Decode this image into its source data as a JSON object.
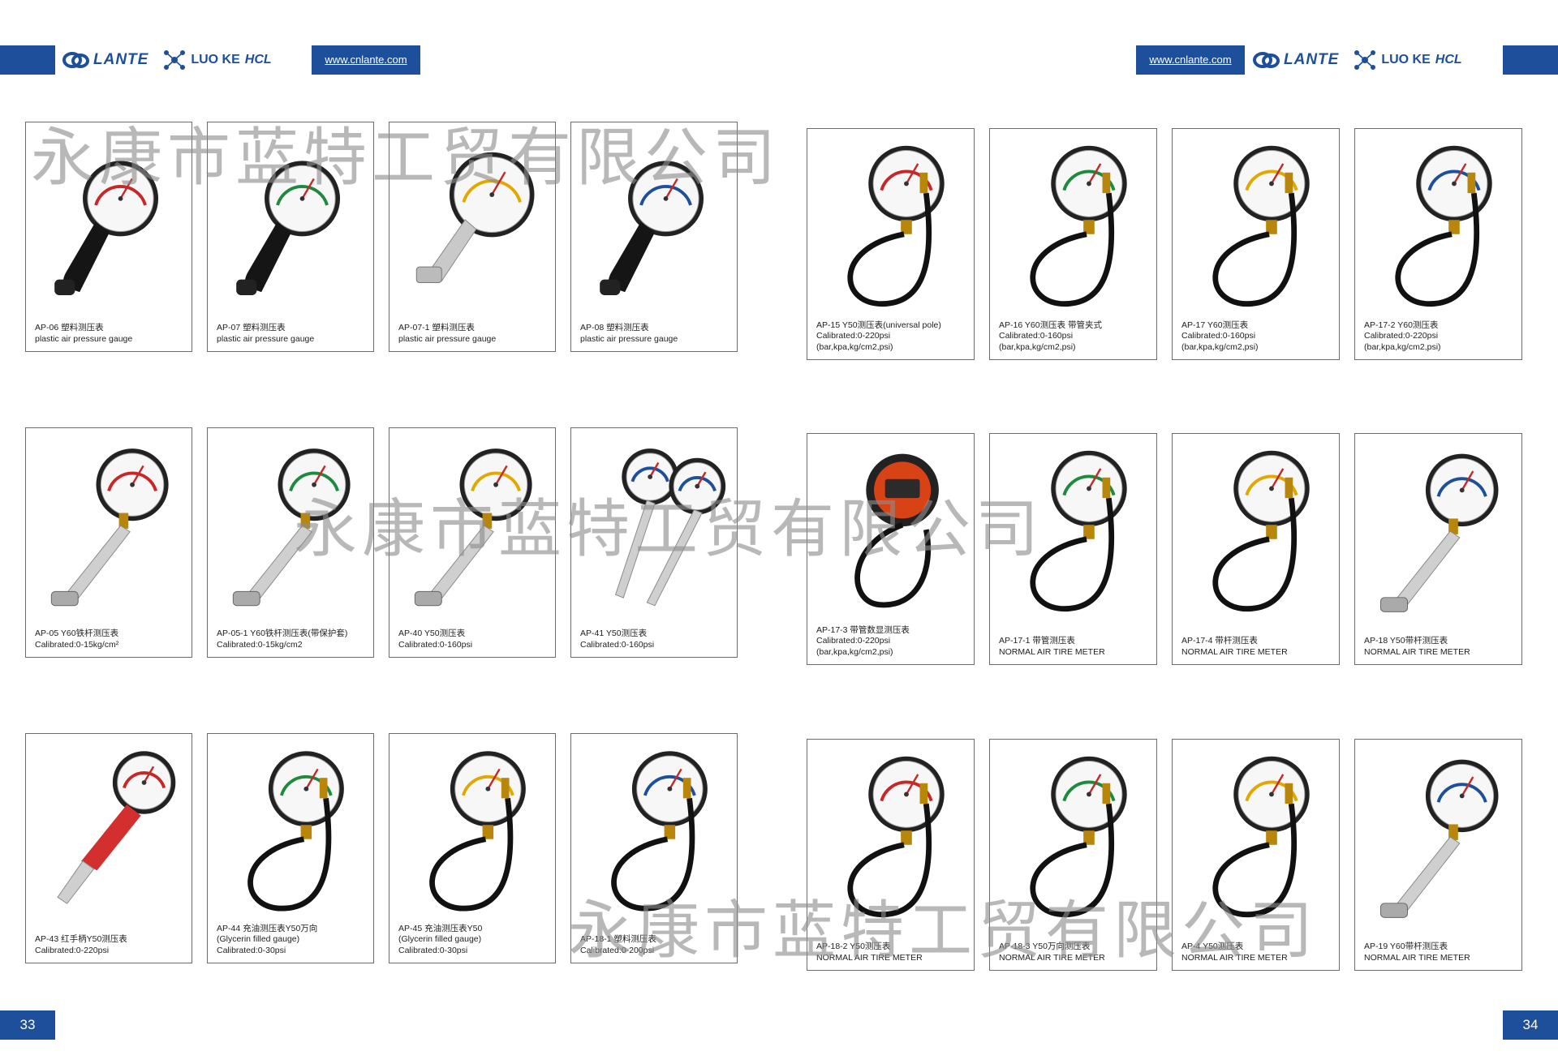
{
  "header": {
    "url": "www.cnlante.com",
    "brand_lante": "LANTE",
    "brand_luoke": "LUO KE",
    "brand_hcl": "HCL",
    "accent": "#1d4f9a"
  },
  "watermark": "永康市蓝特工贸有限公司",
  "pages": {
    "left_number": "33",
    "right_number": "34"
  },
  "left_products": [
    {
      "code": "AP-06 塑料测压表",
      "lines": [
        "plastic air pressure gauge"
      ],
      "icon": "dial-gauge-black-handle-icon"
    },
    {
      "code": "AP-07 塑料测压表",
      "lines": [
        "plastic air pressure gauge"
      ],
      "icon": "dial-gauge-black-handle-icon"
    },
    {
      "code": "AP-07-1 塑料测压表",
      "lines": [
        "plastic air pressure gauge"
      ],
      "icon": "dial-gauge-chrome-handle-icon"
    },
    {
      "code": "AP-08 塑料测压表",
      "lines": [
        "plastic air pressure gauge"
      ],
      "icon": "dial-gauge-black-handle-icon"
    },
    {
      "code": "AP-05 Y60铁杆测压表",
      "lines": [
        "Calibrated:0-15kg/cm²"
      ],
      "icon": "stick-gauge-icon"
    },
    {
      "code": "AP-05-1 Y60铁杆测压表(带保护套)",
      "lines": [
        "Calibrated:0-15kg/cm2"
      ],
      "icon": "stick-gauge-icon"
    },
    {
      "code": "AP-40 Y50测压表",
      "lines": [
        "Calibrated:0-160psi"
      ],
      "icon": "stick-gauge-icon"
    },
    {
      "code": "AP-41 Y50测压表",
      "lines": [
        "Calibrated:0-160psi"
      ],
      "icon": "twin-stick-gauge-icon"
    },
    {
      "code": "AP-43 红手柄Y50测压表",
      "lines": [
        "Calibrated:0-220psi"
      ],
      "icon": "red-handle-gauge-icon"
    },
    {
      "code": "AP-44 充油测压表Y50万向",
      "lines": [
        "(Glycerin filled gauge)",
        "Calibrated:0-30psi"
      ],
      "icon": "hose-gauge-icon"
    },
    {
      "code": "AP-45 充油测压表Y50",
      "lines": [
        "(Glycerin filled gauge)",
        "Calibrated:0-30psi"
      ],
      "icon": "hose-gauge-icon"
    },
    {
      "code": "AP-18-1 塑料测压表",
      "lines": [
        "Calibrated:0-200psi"
      ],
      "icon": "hose-gauge-icon"
    }
  ],
  "right_products": [
    {
      "code": "AP-15 Y50测压表(universal pole)",
      "lines": [
        "Calibrated:0-220psi",
        "(bar,kpa,kg/cm2,psi)"
      ],
      "icon": "hose-gauge-icon"
    },
    {
      "code": "AP-16 Y60测压表 带管夹式",
      "lines": [
        "Calibrated:0-160psi",
        "(bar,kpa,kg/cm2,psi)"
      ],
      "icon": "hose-gauge-icon"
    },
    {
      "code": "AP-17 Y60测压表",
      "lines": [
        "Calibrated:0-160psi",
        "(bar,kpa,kg/cm2,psi)"
      ],
      "icon": "hose-gauge-icon"
    },
    {
      "code": "AP-17-2 Y60测压表",
      "lines": [
        "Calibrated:0-220psi",
        "(bar,kpa,kg/cm2,psi)"
      ],
      "icon": "hose-gauge-icon"
    },
    {
      "code": "AP-17-3 带管数显测压表",
      "lines": [
        "Calibrated:0-220psi",
        "(bar,kpa,kg/cm2,psi)"
      ],
      "icon": "digital-gauge-icon"
    },
    {
      "code": "AP-17-1 带管测压表",
      "lines": [
        "NORMAL AIR TIRE METER"
      ],
      "icon": "hose-gauge-icon"
    },
    {
      "code": "AP-17-4 带杆测压表",
      "lines": [
        "NORMAL AIR TIRE METER"
      ],
      "icon": "hose-gauge-icon"
    },
    {
      "code": "AP-18 Y50带杆测压表",
      "lines": [
        "NORMAL AIR TIRE METER"
      ],
      "icon": "stick-gauge-icon"
    },
    {
      "code": "AP-18-2 Y50测压表",
      "lines": [
        "NORMAL AIR TIRE METER"
      ],
      "icon": "hose-gauge-icon"
    },
    {
      "code": "AP-18-3 Y50万向测压表",
      "lines": [
        "NORMAL AIR TIRE METER"
      ],
      "icon": "hose-gauge-icon"
    },
    {
      "code": "AP-4 Y50测压表",
      "lines": [
        "NORMAL AIR TIRE METER"
      ],
      "icon": "hose-gauge-icon"
    },
    {
      "code": "AP-19 Y60带杆测压表",
      "lines": [
        "NORMAL AIR TIRE METER"
      ],
      "icon": "stick-gauge-icon"
    }
  ]
}
